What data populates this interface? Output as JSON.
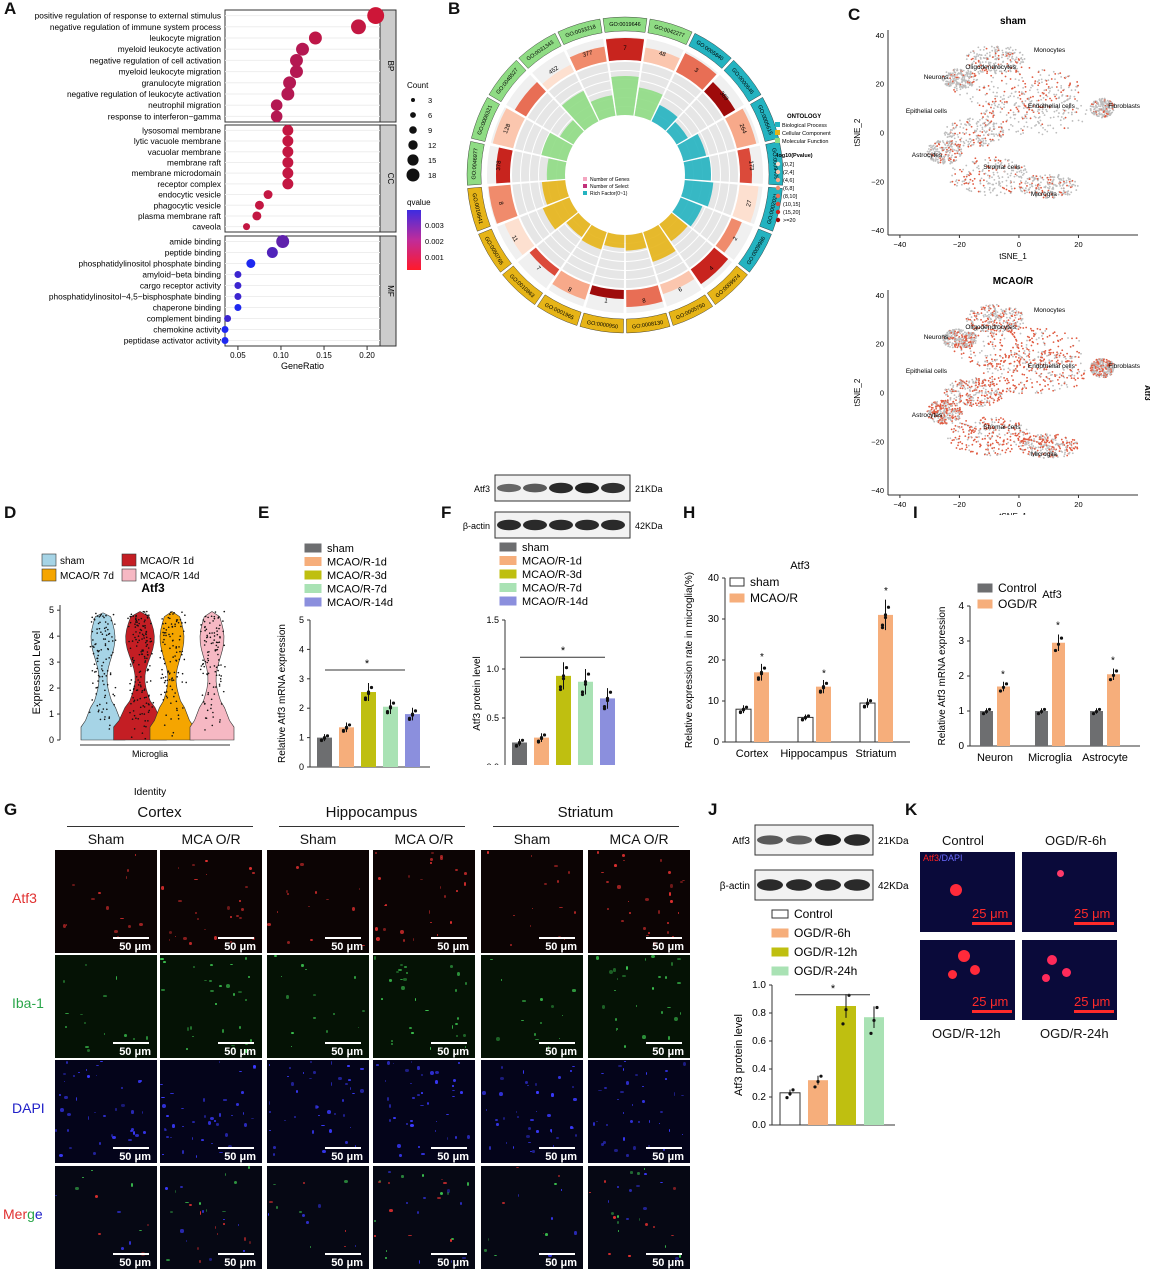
{
  "panels": {
    "A": "A",
    "B": "B",
    "C": "C",
    "D": "D",
    "E": "E",
    "F": "F",
    "G": "G",
    "H": "H",
    "I": "I",
    "J": "J",
    "K": "K"
  },
  "panel_a": {
    "bp_terms": [
      "positive regulation of response to external stimulus",
      "negative regulation of immune system process",
      "leukocyte migration",
      "myeloid leukocyte activation",
      "negative regulation of cell activation",
      "myeloid leukocyte migration",
      "granulocyte migration",
      "negative regulation of leukocyte activation",
      "neutrophil migration",
      "response to interferon−gamma"
    ],
    "cc_terms": [
      "lysosomal membrane",
      "lytic vacuole membrane",
      "vacuolar membrane",
      "membrane raft",
      "membrane microdomain",
      "receptor complex",
      "endocytic vesicle",
      "phagocytic vesicle",
      "plasma membrane raft",
      "caveola"
    ],
    "mf_terms": [
      "amide binding",
      "peptide binding",
      "phosphatidylinositol phosphate binding",
      "amyloid−beta binding",
      "cargo receptor activity",
      "phosphatidylinositol−4,5−bisphosphate binding",
      "chaperone binding",
      "complement binding",
      "chemokine activity",
      "peptidase activator activity"
    ],
    "bp_ratio": [
      0.21,
      0.19,
      0.14,
      0.125,
      0.118,
      0.118,
      0.11,
      0.108,
      0.095,
      0.095
    ],
    "cc_ratio": [
      0.108,
      0.108,
      0.108,
      0.108,
      0.108,
      0.108,
      0.085,
      0.075,
      0.072,
      0.06
    ],
    "mf_ratio": [
      0.102,
      0.09,
      0.065,
      0.05,
      0.05,
      0.05,
      0.05,
      0.038,
      0.035,
      0.035
    ],
    "bp_count": [
      18,
      15,
      12,
      12,
      12,
      12,
      12,
      12,
      10,
      10
    ],
    "cc_count": [
      9,
      9,
      9,
      9,
      9,
      9,
      6,
      6,
      6,
      3
    ],
    "mf_count": [
      12,
      9,
      6,
      3,
      3,
      3,
      3,
      3,
      3,
      3
    ],
    "bp_q": [
      0.0003,
      0.0005,
      0.0006,
      0.0008,
      0.0008,
      0.0008,
      0.0008,
      0.0008,
      0.0008,
      0.0008
    ],
    "cc_q": [
      0.0005,
      0.0005,
      0.0005,
      0.0005,
      0.0005,
      0.0005,
      0.0005,
      0.0005,
      0.0005,
      0.0005
    ],
    "mf_q": [
      0.0025,
      0.0028,
      0.0038,
      0.0032,
      0.0032,
      0.0032,
      0.0038,
      0.0032,
      0.0038,
      0.0038
    ],
    "strip": [
      "BP",
      "CC",
      "MF"
    ],
    "xticks": [
      "0.05",
      "0.10",
      "0.15",
      "0.20"
    ],
    "xlabel": "GeneRatio",
    "count_title": "Count",
    "count_vals": [
      "3",
      "6",
      "9",
      "12",
      "15",
      "18"
    ],
    "q_title": "qvalue",
    "q_vals": [
      "0.003",
      "0.002",
      "0.001"
    ]
  },
  "panel_b": {
    "outer_ids": [
      "GO:0031343",
      "GO:0033218",
      "GO:0019646",
      "GO:0042277",
      "GO:0005840",
      "GO:0000646",
      "GO:0005615",
      "GO:0009405",
      "GO:0002021",
      "GO:0009986",
      "GO:0009974",
      "GO:0005750",
      "GO:0008130",
      "GO:0000950",
      "GO:0001965",
      "GO:0010863",
      "GO:0050766",
      "GO:0016641",
      "GO:0046977",
      "GO:0006321",
      "GO:0048527"
    ],
    "cell_nums": [
      "452",
      "377",
      "7",
      "48",
      "3",
      "389",
      "264",
      "173",
      "27",
      "2",
      "4",
      "6",
      "8",
      "1",
      "8",
      "7",
      "11",
      "8",
      "378",
      "128"
    ],
    "legend_title": "ONTOLOGY",
    "legend_items": [
      "Biological Process",
      "Cellular Component",
      "Molecular Function"
    ],
    "legend_colors": [
      "#24b3c0",
      "#e6b417",
      "#8fdc84"
    ],
    "pval_title": "-log10(Pvalue)",
    "pval_items": [
      "(0,2]",
      "(2,4]",
      "(4,6]",
      "(6,8]",
      "(8,10]",
      "(10,15]",
      "(15,20]",
      ">=20"
    ],
    "pval_colors": [
      "#fde0d0",
      "#fbc6ae",
      "#f7a98a",
      "#f08b6c",
      "#e86e55",
      "#db4a3a",
      "#c8241e",
      "#9e0b0b"
    ],
    "inner_legend": [
      "Number of Genes",
      "Number of Select",
      "Rich Factor(0~1)"
    ]
  },
  "panel_c": {
    "top_title": "sham",
    "bottom_title": "MCAO/R",
    "xlabel": "tSNE_1",
    "ylabel": "tSNE_2",
    "cells": [
      "Monocytes",
      "Oligodendrocytes",
      "Neurons",
      "Epithelial cells",
      "Endothelial cells",
      "Fibroblasts",
      "Astrocytes",
      "Stromal cells",
      "Microglia"
    ],
    "xticks": [
      "−40",
      "−20",
      "0",
      "20"
    ],
    "yticks": [
      "40",
      "20",
      "0",
      "−20",
      "−40"
    ],
    "gene": "Atf3"
  },
  "panel_d": {
    "legend": [
      "sham",
      "MCAO/R 1d",
      "MCAO/R 7d",
      "MCAO/R 14d"
    ],
    "colors": [
      "#a6d4e6",
      "#c41e24",
      "#f5a500",
      "#f6b8c3"
    ],
    "title": "Atf3",
    "ylabel": "Expression Level",
    "yticks": [
      "0",
      "1",
      "2",
      "3",
      "4",
      "5"
    ],
    "xtick": "Microglia",
    "xlabel": "Identity"
  },
  "panel_e": {
    "legend": [
      "sham",
      "MCAO/R-1d",
      "MCAO/R-3d",
      "MCAO/R-7d",
      "MCAO/R-14d"
    ],
    "colors": [
      "#6d6e70",
      "#f6ae7b",
      "#bfbf10",
      "#a9e2b4",
      "#8b8fdd"
    ],
    "values": [
      1.0,
      1.35,
      2.55,
      2.05,
      1.8
    ],
    "ylabel": "Relative Atf3 mRNA expression",
    "yticks": [
      "0",
      "1",
      "2",
      "3",
      "4",
      "5"
    ],
    "star": "*"
  },
  "panel_f": {
    "blot_labels": [
      "Atf3",
      "β-actin"
    ],
    "blot_kda": [
      "21KDa",
      "42KDa"
    ],
    "legend": [
      "sham",
      "MCAO/R-1d",
      "MCAO/R-3d",
      "MCAO/R-7d",
      "MCAO/R-14d"
    ],
    "values": [
      0.25,
      0.3,
      0.93,
      0.87,
      0.7
    ],
    "ylabel": "Atf3 protein level",
    "yticks": [
      "0.0",
      "0.5",
      "1.0",
      "1.5"
    ],
    "star": "*"
  },
  "panel_h": {
    "title": "Atf3",
    "legend": [
      "sham",
      "MCAO/R"
    ],
    "categories": [
      "Cortex",
      "Hippocampus",
      "Striatum"
    ],
    "sham": [
      8,
      6,
      9.5
    ],
    "mcao": [
      17,
      13.5,
      31
    ],
    "ylabel": "Relative expression rate in microglia(%)",
    "yticks": [
      "0",
      "10",
      "20",
      "30",
      "40"
    ],
    "star": "*"
  },
  "panel_i": {
    "title": "Atf3",
    "legend": [
      "Control",
      "OGD/R"
    ],
    "categories": [
      "Neuron",
      "Microglia",
      "Astrocyte"
    ],
    "control": [
      1.0,
      1.0,
      1.0
    ],
    "ogd": [
      1.7,
      2.95,
      2.05
    ],
    "ylabel": "Relative Atf3 mRNA expression",
    "yticks": [
      "0",
      "1",
      "2",
      "3",
      "4"
    ],
    "star": "*"
  },
  "panel_g": {
    "regions": [
      "Cortex",
      "Hippocampus",
      "Striatum"
    ],
    "groups": [
      "Sham",
      "MCA O/R",
      "Sham",
      "MCA O/R",
      "Sham",
      "MCA O/R"
    ],
    "rows": [
      "Atf3",
      "Iba-1",
      "DAPI"
    ],
    "merge": [
      "Mer",
      "g",
      "e"
    ],
    "scale": "50 μm"
  },
  "panel_j": {
    "blot_labels": [
      "Atf3",
      "β-actin"
    ],
    "blot_kda": [
      "21KDa",
      "42KDa"
    ],
    "legend": [
      "Control",
      "OGD/R-6h",
      "OGD/R-12h",
      "OGD/R-24h"
    ],
    "colors": [
      "#ffffff",
      "#f6ae7b",
      "#bfbf10",
      "#a9e2b4"
    ],
    "values": [
      0.23,
      0.32,
      0.85,
      0.77
    ],
    "ylabel": "Atf3 protein level",
    "yticks": [
      "0.0",
      "0.2",
      "0.4",
      "0.6",
      "0.8",
      "1.0"
    ],
    "star": "*"
  },
  "panel_k": {
    "labels": [
      "Control",
      "OGD/R-6h",
      "OGD/R-12h",
      "OGD/R-24h"
    ],
    "stain": [
      "Atf3",
      "/DAPI"
    ],
    "scale": "25 μm"
  }
}
